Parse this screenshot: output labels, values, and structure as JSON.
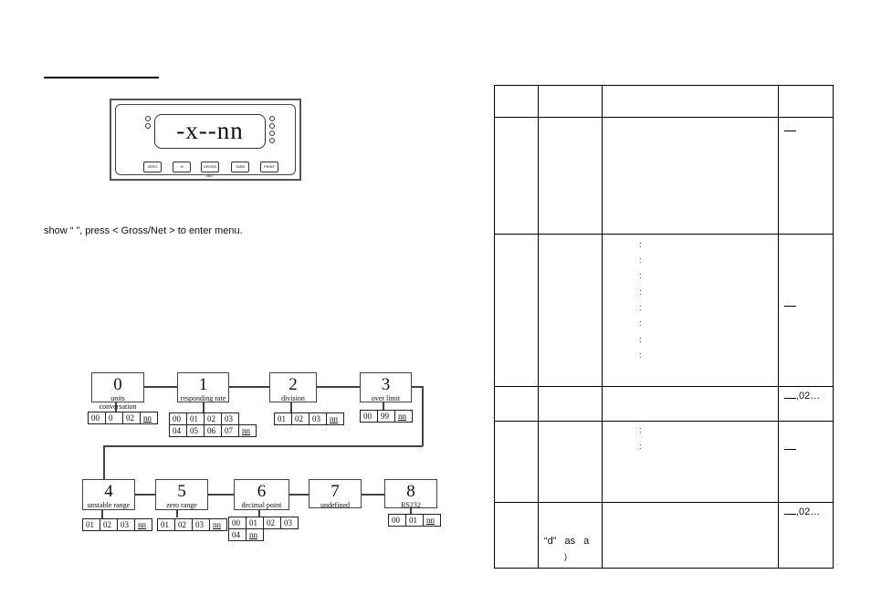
{
  "display": {
    "lcd_text": "-x--nn",
    "keys": [
      "ZERO",
      "%",
      "GROSS NET",
      "TARE",
      "PRINT"
    ]
  },
  "instruction": "show “        ”, press < Gross/Net > to enter menu.",
  "menu": [
    {
      "num": "0",
      "label": "units  conversation",
      "options": [
        [
          "00",
          "0",
          "02",
          "nn"
        ]
      ]
    },
    {
      "num": "1",
      "label": "responding  rate",
      "options": [
        [
          "00",
          "01",
          "02",
          "03"
        ],
        [
          "04",
          "05",
          "06",
          "07",
          "nn"
        ]
      ]
    },
    {
      "num": "2",
      "label": "division",
      "options": [
        [
          "01",
          "02",
          "03",
          "nn"
        ]
      ]
    },
    {
      "num": "3",
      "label": "over limit",
      "options": [
        [
          "00",
          "99",
          "nn"
        ]
      ]
    },
    {
      "num": "4",
      "label": "unstable range",
      "options": [
        [
          "01",
          "02",
          "03",
          "nn"
        ]
      ]
    },
    {
      "num": "5",
      "label": "zero range",
      "options": [
        [
          "01",
          "02",
          "03",
          "nn"
        ]
      ]
    },
    {
      "num": "6",
      "label": "decimal point",
      "options": [
        [
          "00",
          "01",
          "02",
          "03"
        ],
        [
          "04",
          "nn"
        ]
      ]
    },
    {
      "num": "7",
      "label": "undefined",
      "options": []
    },
    {
      "num": "8",
      "label": "RS232",
      "options": [
        [
          "00",
          "01",
          "nn"
        ]
      ]
    }
  ],
  "table": {
    "row5_col2": "“d”   as   a",
    "row5_col2b": ")",
    "default_suffix": ",02…"
  }
}
